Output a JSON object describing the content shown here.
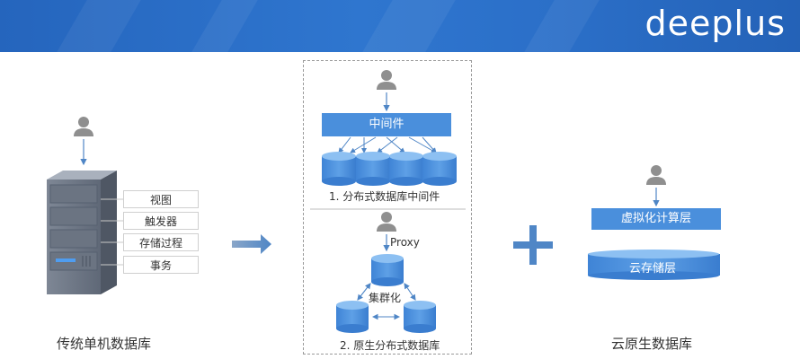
{
  "brand": {
    "logo_text": "deeplus"
  },
  "traditional": {
    "caption": "传统单机数据库",
    "modules": [
      "视图",
      "触发器",
      "存储过程",
      "事务"
    ]
  },
  "distributed": {
    "middleware_label": "中间件",
    "middleware_caption": "1. 分布式数据库中间件",
    "proxy_label": "Proxy",
    "cluster_label": "集群化",
    "native_caption": "2. 原生分布式数据库"
  },
  "cloud_native": {
    "compute_layer": "虚拟化计算层",
    "storage_layer": "云存储层",
    "caption": "云原生数据库"
  },
  "colors": {
    "header_blue": "#2a6cc6",
    "bar_blue": "#4a8fdc",
    "cylinder_blue": "#4a8fdc",
    "arrow_blue": "#4f86c6"
  }
}
